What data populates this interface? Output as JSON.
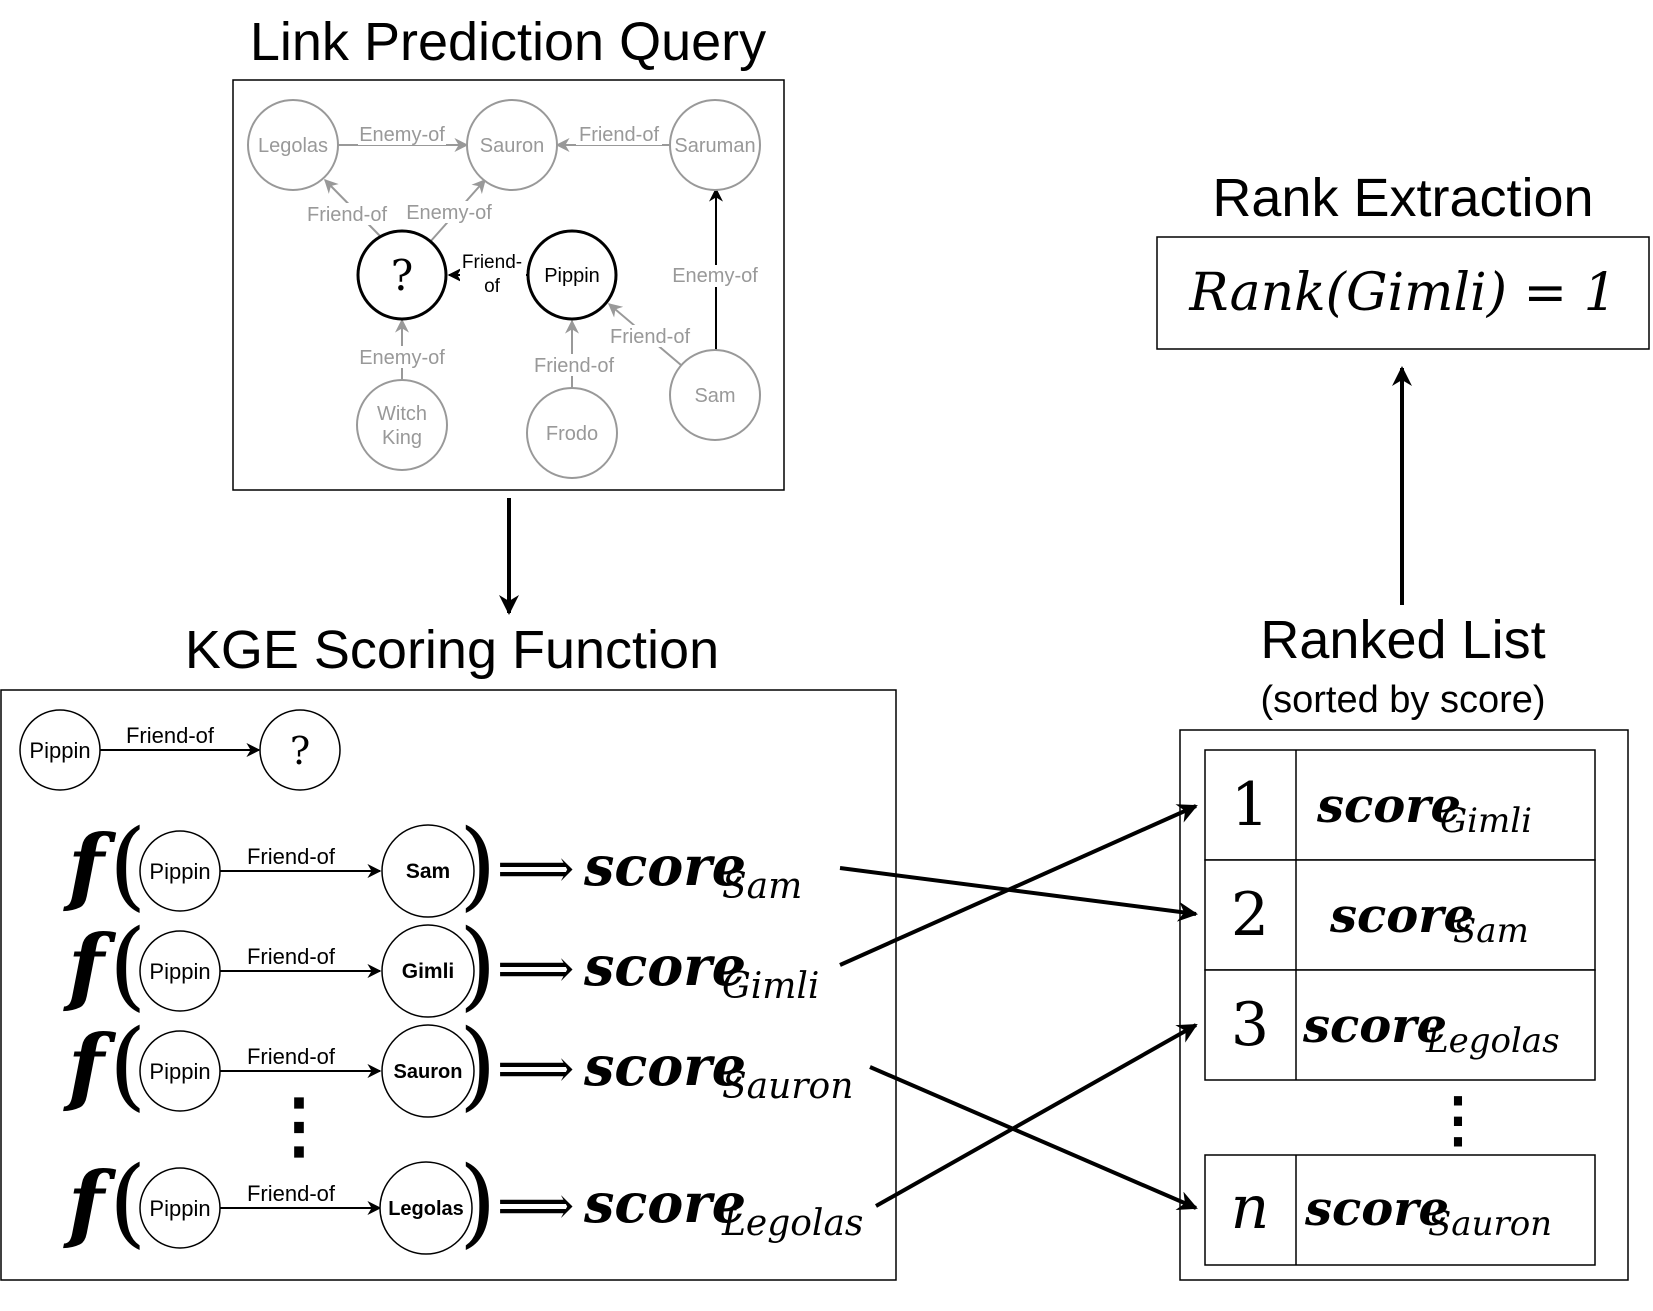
{
  "titles": {
    "link_prediction": "Link Prediction Query",
    "kge_scoring": "KGE Scoring Function",
    "ranked_list": "Ranked List",
    "ranked_list_sub": "(sorted by score)",
    "rank_extraction": "Rank Extraction"
  },
  "rank_formula": "Rank(Gimli) = 1",
  "query_graph": {
    "nodes": {
      "legolas": "Legolas",
      "sauron": "Sauron",
      "saruman": "Saruman",
      "query": "?",
      "pippin": "Pippin",
      "witch_line1": "Witch",
      "witch_line2": "King",
      "frodo": "Frodo",
      "sam": "Sam"
    },
    "edges": {
      "legolas_sauron": "Enemy-of",
      "saruman_sauron": "Friend-of",
      "q_legolas": "Friend-of",
      "q_sauron": "Enemy-of",
      "pippin_q_line1": "Friend-",
      "pippin_q_line2": "of",
      "sam_saruman": "Enemy-of",
      "witch_q": "Enemy-of",
      "frodo_pippin": "Friend-of",
      "sam_pippin": "Friend-of"
    }
  },
  "kge": {
    "query": {
      "head": "Pippin",
      "relation": "Friend-of",
      "tail": "?"
    },
    "function_symbol": "f",
    "implies": "⟹",
    "score_word": "score",
    "rows": [
      {
        "head": "Pippin",
        "relation": "Friend-of",
        "tail": "Sam",
        "score_sub": "Sam"
      },
      {
        "head": "Pippin",
        "relation": "Friend-of",
        "tail": "Gimli",
        "score_sub": "Gimli"
      },
      {
        "head": "Pippin",
        "relation": "Friend-of",
        "tail": "Sauron",
        "score_sub": "Sauron"
      },
      {
        "head": "Pippin",
        "relation": "Friend-of",
        "tail": "Legolas",
        "score_sub": "Legolas"
      }
    ],
    "ellipsis": "⋮"
  },
  "ranked": {
    "rows": [
      {
        "rank": "1",
        "score_sub": "Gimli"
      },
      {
        "rank": "2",
        "score_sub": "Sam"
      },
      {
        "rank": "3",
        "score_sub": "Legolas"
      },
      {
        "rank": "n",
        "score_sub": "Sauron"
      }
    ],
    "ellipsis": "⋮"
  },
  "colors": {
    "ink": "#000000",
    "faded": "#999999"
  }
}
